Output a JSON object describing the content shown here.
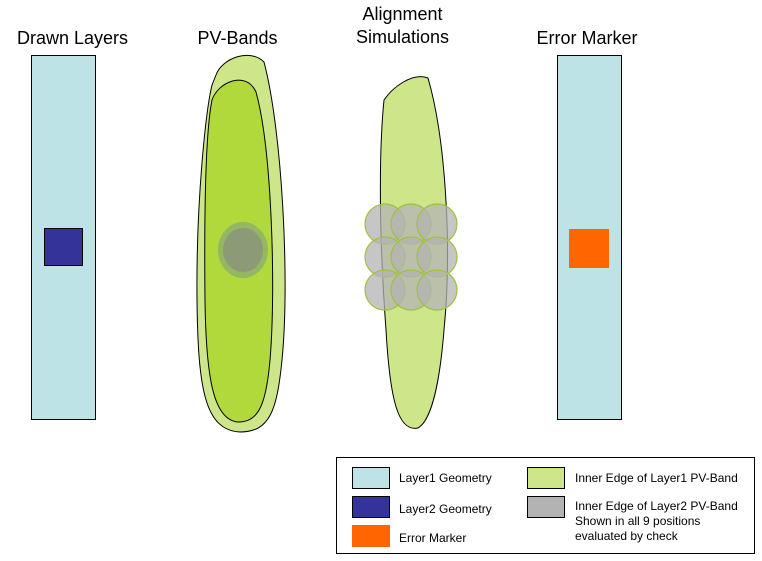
{
  "titles": {
    "drawn_layers": "Drawn Layers",
    "pv_bands": "PV-Bands",
    "alignment_simulations": "Alignment Simulations",
    "error_marker": "Error Marker"
  },
  "legend": {
    "layer1_geometry": "Layer1 Geometry",
    "layer2_geometry": "Layer2 Geometry",
    "error_marker": "Error Marker",
    "inner_edge_layer1": "Inner Edge of Layer1 PV-Band",
    "inner_edge_layer2_line1": "Inner Edge of Layer2 PV-Band",
    "inner_edge_layer2_line2": "Shown in all 9 positions",
    "inner_edge_layer2_line3": "evaluated by check"
  },
  "colors": {
    "layer1": "#bde3e6",
    "layer2": "#333399",
    "error": "#ff6600",
    "pv_outer": "#cde68a",
    "pv_inner": "#b2d93c",
    "layer2_band": "#b3b3b3"
  }
}
